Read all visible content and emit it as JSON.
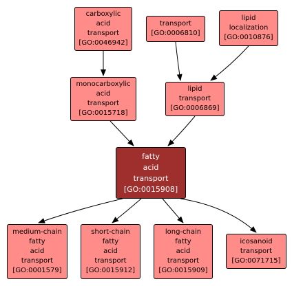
{
  "colors": {
    "node_fill": "#ff8c88",
    "focus_fill": "#9f2f2c",
    "focus_text": "#ffffff",
    "edge": "#000000"
  },
  "nodes": [
    {
      "id": "carboxylic",
      "lines": [
        "carboxylic",
        "acid",
        "transport",
        "[GO:0046942]"
      ]
    },
    {
      "id": "transport",
      "lines": [
        "transport",
        "[GO:0006810]"
      ]
    },
    {
      "id": "lipid-loc",
      "lines": [
        "lipid",
        "localization",
        "[GO:0010876]"
      ]
    },
    {
      "id": "monocarboxylic",
      "lines": [
        "monocarboxylic",
        "acid",
        "transport",
        "[GO:0015718]"
      ]
    },
    {
      "id": "lipid-transport",
      "lines": [
        "lipid",
        "transport",
        "[GO:0006869]"
      ]
    },
    {
      "id": "fatty",
      "lines": [
        "fatty",
        "acid",
        "transport",
        "[GO:0015908]"
      ],
      "focus": true
    },
    {
      "id": "medium",
      "lines": [
        "medium-chain",
        "fatty",
        "acid",
        "transport",
        "[GO:0001579]"
      ]
    },
    {
      "id": "short",
      "lines": [
        "short-chain",
        "fatty",
        "acid",
        "transport",
        "[GO:0015912]"
      ]
    },
    {
      "id": "long",
      "lines": [
        "long-chain",
        "fatty",
        "acid",
        "transport",
        "[GO:0015909]"
      ]
    },
    {
      "id": "icosanoid",
      "lines": [
        "icosanoid",
        "transport",
        "[GO:0071715]"
      ]
    }
  ],
  "edges": [
    {
      "from": "carboxylic",
      "to": "monocarboxylic"
    },
    {
      "from": "transport",
      "to": "lipid-transport"
    },
    {
      "from": "lipid-loc",
      "to": "lipid-transport"
    },
    {
      "from": "monocarboxylic",
      "to": "fatty"
    },
    {
      "from": "lipid-transport",
      "to": "fatty"
    },
    {
      "from": "fatty",
      "to": "medium"
    },
    {
      "from": "fatty",
      "to": "short"
    },
    {
      "from": "fatty",
      "to": "long"
    },
    {
      "from": "fatty",
      "to": "icosanoid"
    }
  ]
}
